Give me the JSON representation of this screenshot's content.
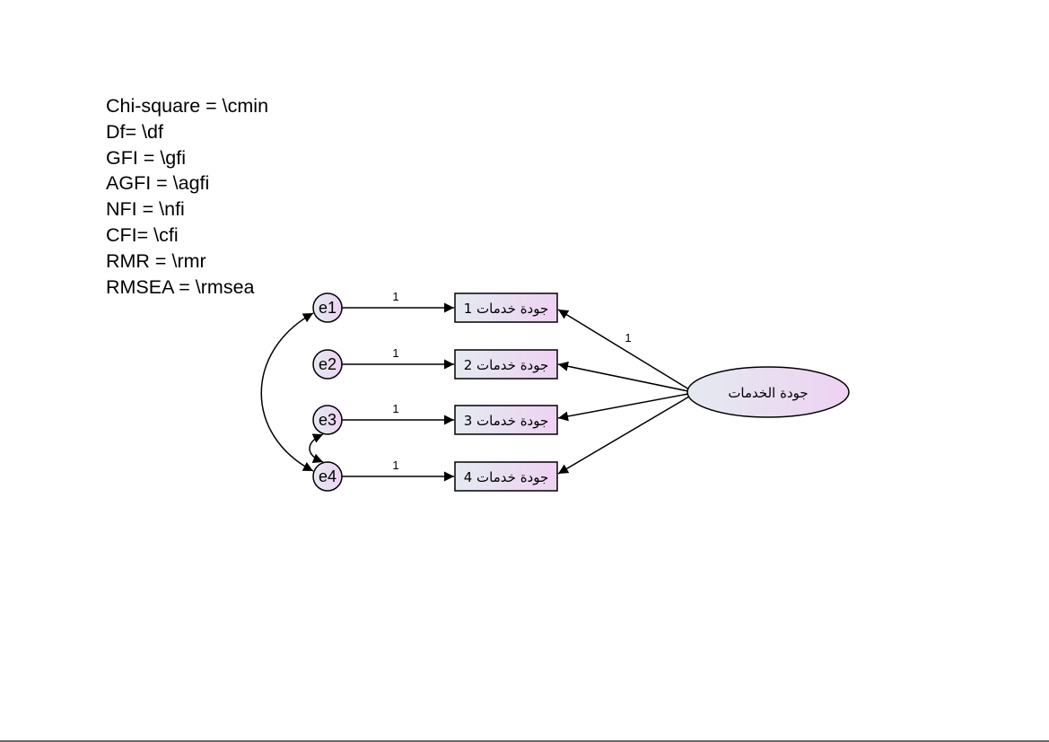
{
  "fit_statistics": [
    "Chi-square = \\cmin",
    "Df= \\df",
    "GFI = \\gfi",
    "AGFI = \\agfi",
    "NFI = \\nfi",
    "CFI= \\cfi",
    "RMR = \\rmr",
    "RMSEA = \\rmsea"
  ],
  "latent": {
    "label": "جودة الخدمات"
  },
  "observed": [
    {
      "label": "جودة خدمات 1"
    },
    {
      "label": "جودة خدمات 2"
    },
    {
      "label": "جودة خدمات 3"
    },
    {
      "label": "جودة خدمات 4"
    }
  ],
  "errors": [
    {
      "label": "e1",
      "weight": "1"
    },
    {
      "label": "e2",
      "weight": "1"
    },
    {
      "label": "e3",
      "weight": "1"
    },
    {
      "label": "e4",
      "weight": "1"
    }
  ],
  "loadings": [
    {
      "weight": "1"
    }
  ],
  "colors": {
    "fill_start": "#e4eaf0",
    "fill_end": "#eed2f2",
    "stroke": "#000000",
    "rule": "#6b6b6b"
  }
}
